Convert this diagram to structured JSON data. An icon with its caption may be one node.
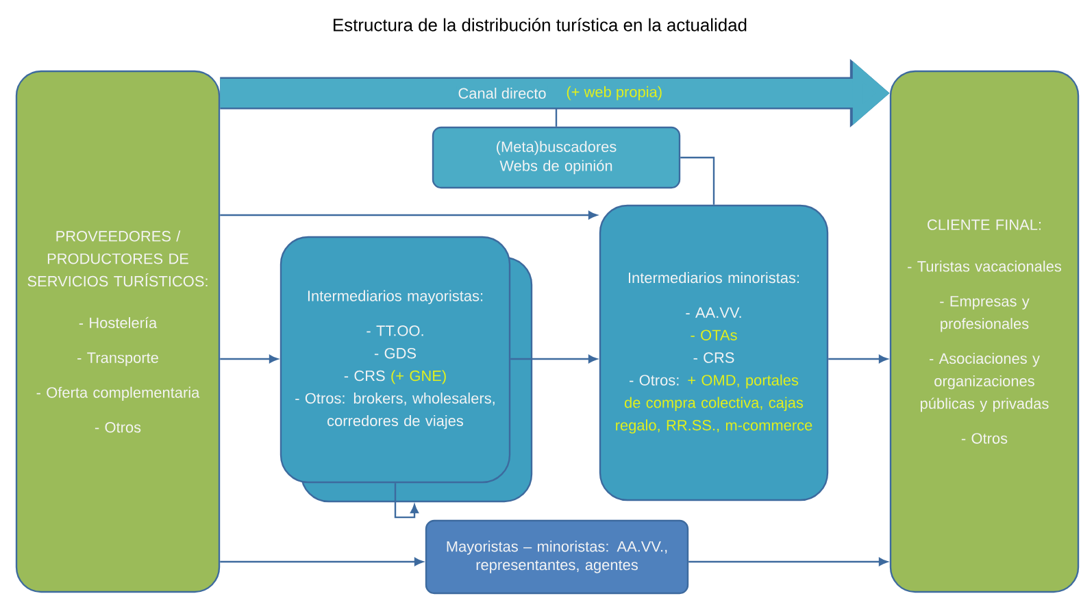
{
  "diagram": {
    "title": "Estructura de la distribución turística en la actualidad",
    "nodes": [
      {
        "text": [
          "PROVEEDORES / PRODUCTORES DE SERVICIOS TURÍSTICOS:",
          "- Hostelería",
          "- Transporte",
          "- Oferta complementaria",
          "- Otros"
        ]
      },
      {
        "text": [
          "(Meta)buscadores Webs de opinión"
        ]
      },
      {
        "text": [
          "Intermediarios mayoristas:",
          "- TT.OO.",
          "- GDS",
          "- CRS",
          "(+ GNE)",
          "- Otros: brokers, wholesalers, corredores de viajes"
        ]
      },
      {
        "text": [
          "Intermediarios minoristas:",
          "- AA.VV.",
          "- OTAs",
          "- CRS",
          "- Otros:",
          "+ OMD, portales de compra colectiva, cajas regalo, RR.SS., m-commerce"
        ]
      },
      {
        "text": [
          "Mayoristas – minoristas: AA.VV., representantes, agentes"
        ]
      },
      {
        "text": [
          "CLIENTE FINAL:",
          "- Turistas vacacionales",
          "- Empresas y profesionales",
          "- Asociaciones y organizaciones públicas y privadas",
          "- Otros"
        ]
      }
    ],
    "edges": [
      {
        "from": 0,
        "to": 5,
        "arrow": "to",
        "style": "thick",
        "label": "Canal directo"
      },
      {
        "from": 0,
        "to": 3,
        "arrow": "to"
      },
      {
        "from": 0,
        "to": 2,
        "arrow": "to"
      },
      {
        "from": 2,
        "to": 3,
        "arrow": "to"
      },
      {
        "from": 3,
        "to": 5,
        "arrow": "to"
      },
      {
        "from": 0,
        "to": 4,
        "arrow": "to"
      },
      {
        "from": 4,
        "to": 5,
        "arrow": "to"
      },
      {
        "from": 2,
        "to": 2,
        "arrow": "to"
      },
      {
        "from": 1,
        "to": null,
        "arrow": "none"
      },
      {
        "from": 1,
        "to": 3,
        "arrow": "none"
      }
    ],
    "labels": [
      "(+ web propia)"
    ]
  }
}
